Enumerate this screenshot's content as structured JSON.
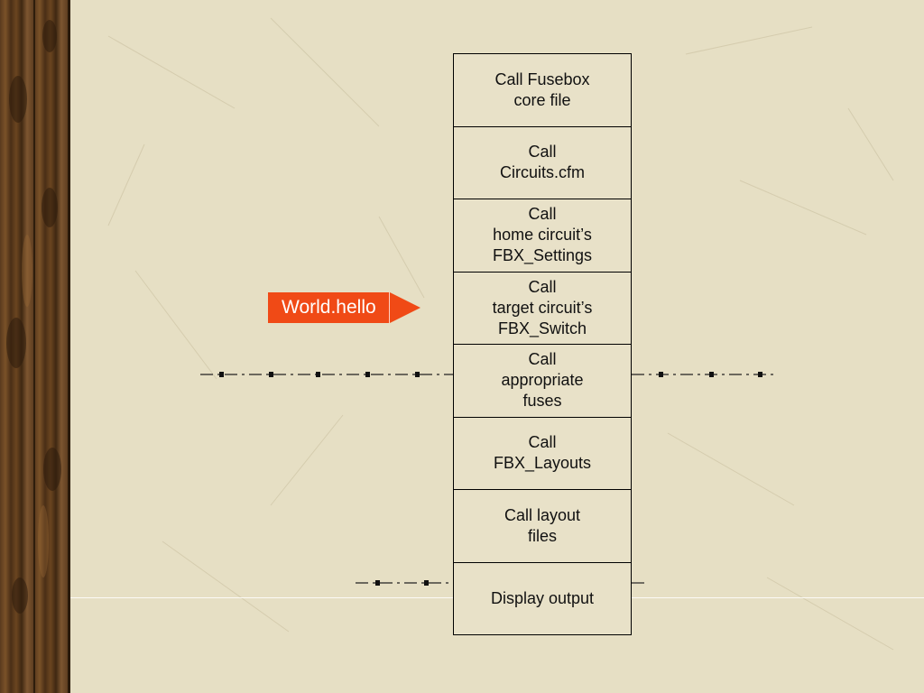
{
  "callout": {
    "label": "World.hello"
  },
  "steps": [
    {
      "label": "Call Fusebox\ncore file"
    },
    {
      "label": "Call\nCircuits.cfm"
    },
    {
      "label": "Call\nhome circuit’s\nFBX_Settings"
    },
    {
      "label": "Call\ntarget circuit’s\nFBX_Switch"
    },
    {
      "label": "Call\nappropriate\nfuses"
    },
    {
      "label": "Call\nFBX_Layouts"
    },
    {
      "label": "Call layout\nfiles"
    },
    {
      "label": "Display output"
    }
  ],
  "colors": {
    "callout": "#f04a16",
    "background": "#e6dfc4",
    "stack_border": "#000000"
  }
}
